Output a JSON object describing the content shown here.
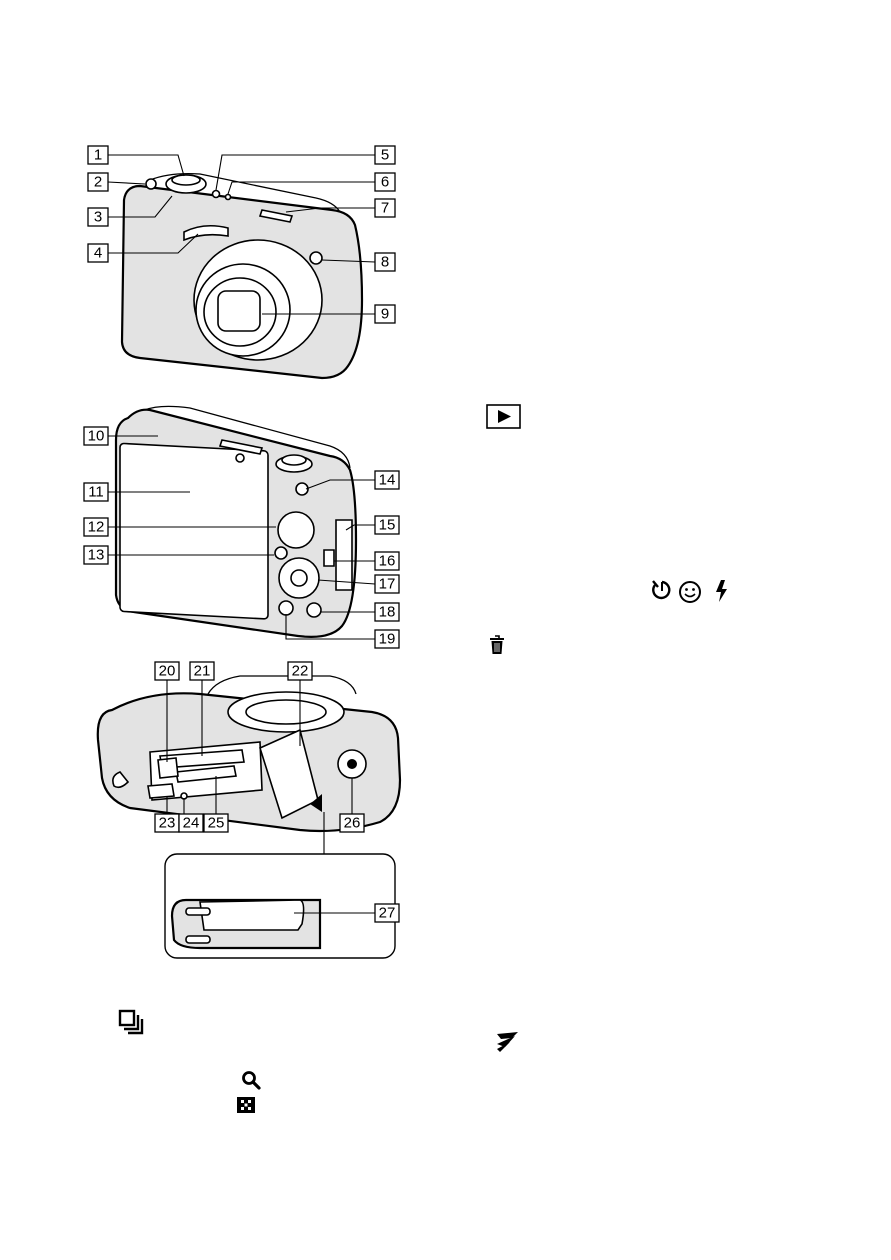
{
  "callouts": [
    {
      "num": "1"
    },
    {
      "num": "2"
    },
    {
      "num": "3"
    },
    {
      "num": "4"
    },
    {
      "num": "5"
    },
    {
      "num": "6"
    },
    {
      "num": "7"
    },
    {
      "num": "8"
    },
    {
      "num": "9"
    },
    {
      "num": "10"
    },
    {
      "num": "11"
    },
    {
      "num": "12"
    },
    {
      "num": "13"
    },
    {
      "num": "14"
    },
    {
      "num": "15"
    },
    {
      "num": "16"
    },
    {
      "num": "17"
    },
    {
      "num": "18"
    },
    {
      "num": "19"
    },
    {
      "num": "20"
    },
    {
      "num": "21"
    },
    {
      "num": "22"
    },
    {
      "num": "23"
    },
    {
      "num": "24"
    },
    {
      "num": "25"
    },
    {
      "num": "26"
    },
    {
      "num": "27"
    }
  ],
  "icons": {
    "playback": "playback-icon",
    "self_timer": "self-timer-icon",
    "smile": "smile-shutter-icon",
    "flash": "flash-icon",
    "delete": "trash-icon",
    "burst": "burst-icon",
    "zoom": "magnifier-icon",
    "index": "index-grid-icon",
    "lanyard": "wrist-strap-icon"
  }
}
